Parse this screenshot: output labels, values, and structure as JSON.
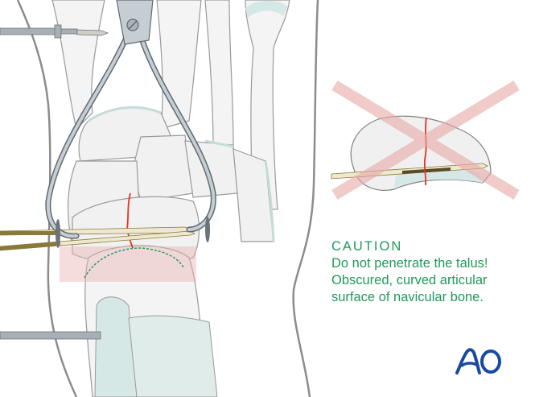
{
  "caution": {
    "title": "CAUTION",
    "lines": [
      "Do not penetrate the talus!",
      "Obscured, curved articular",
      "surface of navicular bone."
    ],
    "color": "#1f9a5a"
  },
  "logo": {
    "text": "AO",
    "color": "#1a4aa0"
  },
  "colors": {
    "bone": "#f3f3f3",
    "bone_outline": "#8a8a8a",
    "cartilage": "#d6e8e6",
    "fracture": "#e8321e",
    "wire": "#8a7a3a",
    "instrument": "#9aa4ab",
    "cross": "#e8b4b4",
    "highlight_box": "#efd0d0"
  }
}
